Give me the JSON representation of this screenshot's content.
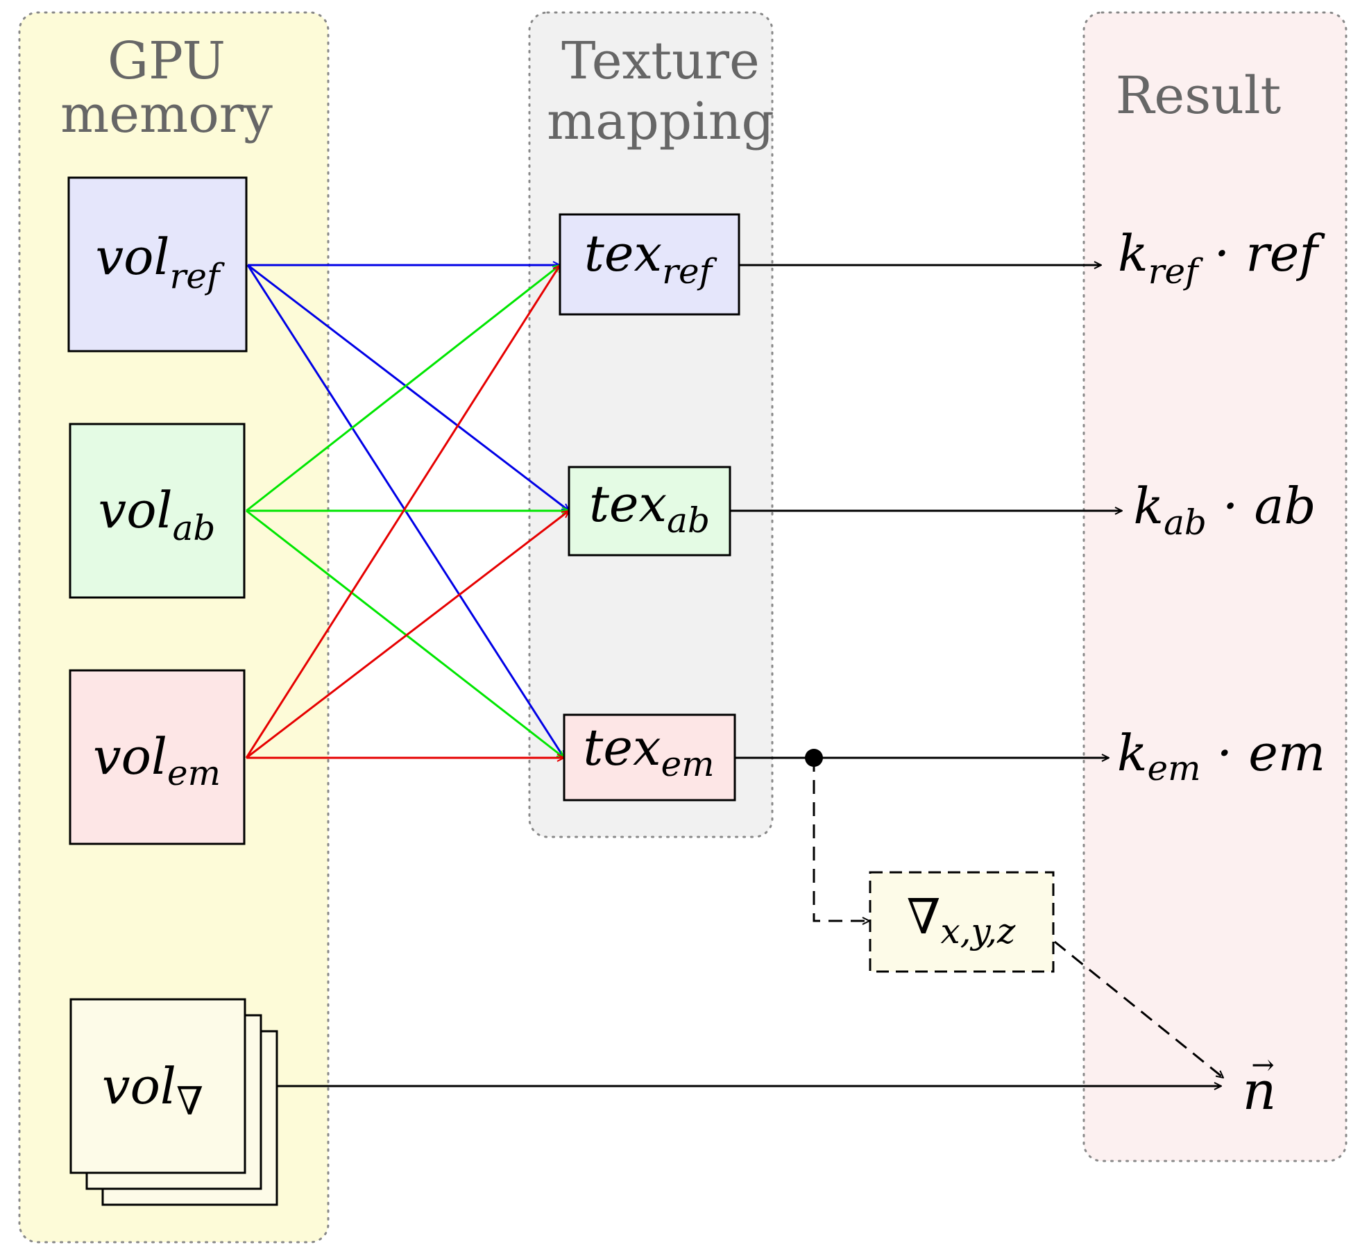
{
  "columns": {
    "gpu_memory": {
      "title_line1": "GPU",
      "title_line2": "memory",
      "color": "#fdfbd8"
    },
    "texture_mapping": {
      "title_line1": "Texture",
      "title_line2": "mapping",
      "color": "#f1f1f1"
    },
    "result": {
      "title": "Result",
      "color": "#fcf0f0"
    }
  },
  "volumes": {
    "ref": {
      "base": "vol",
      "sub": "ref",
      "fill": "#e5e6fb"
    },
    "ab": {
      "base": "vol",
      "sub": "ab",
      "fill": "#e4fbe4"
    },
    "em": {
      "base": "vol",
      "sub": "em",
      "fill": "#fde6e6"
    },
    "grad": {
      "base": "vol",
      "sub": "∇",
      "fill": "#fdfbe8"
    }
  },
  "textures": {
    "ref": {
      "base": "tex",
      "sub": "ref",
      "fill": "#e5e6fb"
    },
    "ab": {
      "base": "tex",
      "sub": "ab",
      "fill": "#e4fbe4"
    },
    "em": {
      "base": "tex",
      "sub": "em",
      "fill": "#fde6e6"
    }
  },
  "gradient_op": {
    "symbol": "∇",
    "sub": "x,y,z",
    "fill": "#fdfbe8"
  },
  "results": {
    "ref": {
      "k": "k",
      "sub": "ref",
      "rest": " · ref"
    },
    "ab": {
      "k": "k",
      "sub": "ab",
      "rest": " · ab"
    },
    "em": {
      "k": "k",
      "sub": "em",
      "rest": " · em"
    },
    "normal": {
      "symbol": "n",
      "arrow": "→"
    }
  },
  "edge_colors": {
    "from_ref": "#0000e6",
    "from_ab": "#00e600",
    "from_em": "#e60000",
    "result": "#000000"
  }
}
